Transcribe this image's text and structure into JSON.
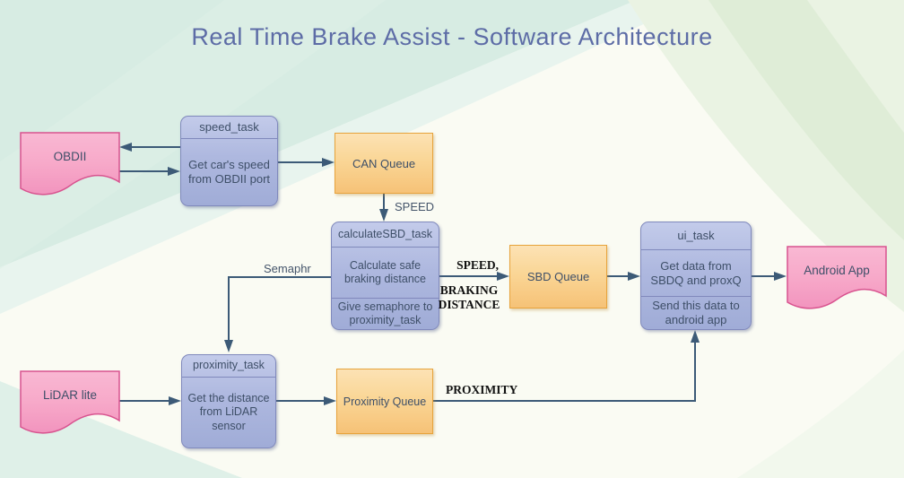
{
  "title": "Real Time Brake Assist - Software Architecture",
  "colors": {
    "title_text": "#5D6CA6",
    "task_fill_top": "#C3CBEA",
    "task_fill_bottom": "#A0ACD7",
    "task_border": "#8089BC",
    "queue_fill_top": "#FCE2B4",
    "queue_fill_bottom": "#F6C277",
    "queue_border": "#E7A33C",
    "doc_fill_top": "#F9B8D3",
    "doc_fill_bottom": "#F294BE",
    "doc_border": "#D8538F",
    "edge_stroke": "#3C5A77",
    "node_text": "#3E4F68",
    "background": "#FAFBF3"
  },
  "nodes": {
    "obdii": {
      "label": "OBDII"
    },
    "speed_task": {
      "header": "speed_task",
      "body": "Get car's speed from OBDII port"
    },
    "can_queue": {
      "label": "CAN Queue"
    },
    "calculate_sbd_task": {
      "header": "calculateSBD_task",
      "body": "Calculate safe braking distance",
      "note": "Give semaphore to proximity_task"
    },
    "sbd_queue": {
      "label": "SBD Queue"
    },
    "ui_task": {
      "header": "ui_task",
      "body": "Get data from SBDQ and proxQ",
      "note": "Send this data to android app"
    },
    "android_app": {
      "label": "Android App"
    },
    "lidar": {
      "label": "LiDAR lite"
    },
    "proximity_task": {
      "header": "proximity_task",
      "body": "Get the distance from LiDAR sensor"
    },
    "proximity_queue": {
      "label": "Proximity Queue"
    }
  },
  "edge_labels": {
    "speed": "SPEED",
    "speed_comma": "SPEED,",
    "braking": "BRAKING",
    "distance": "DISTANCE",
    "semaphr": "Semaphr",
    "proximity": "PROXIMITY"
  }
}
